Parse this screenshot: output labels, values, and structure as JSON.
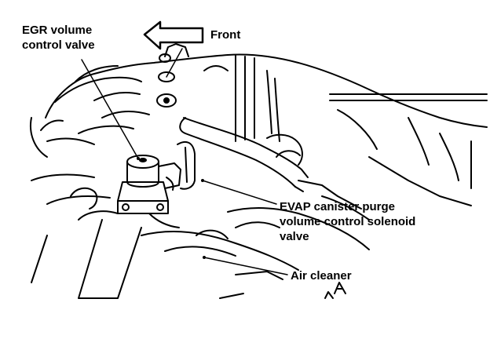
{
  "diagram": {
    "labels": {
      "egr_valve": [
        "EGR volume",
        "control valve"
      ],
      "front": "Front",
      "evap_valve": [
        "EVAP canister purge",
        "volume control solenoid",
        "valve"
      ],
      "air_cleaner": "Air cleaner"
    },
    "colors": {
      "ink": "#000000",
      "paper": "#ffffff"
    },
    "icons": [
      "front-arrow-icon"
    ]
  }
}
